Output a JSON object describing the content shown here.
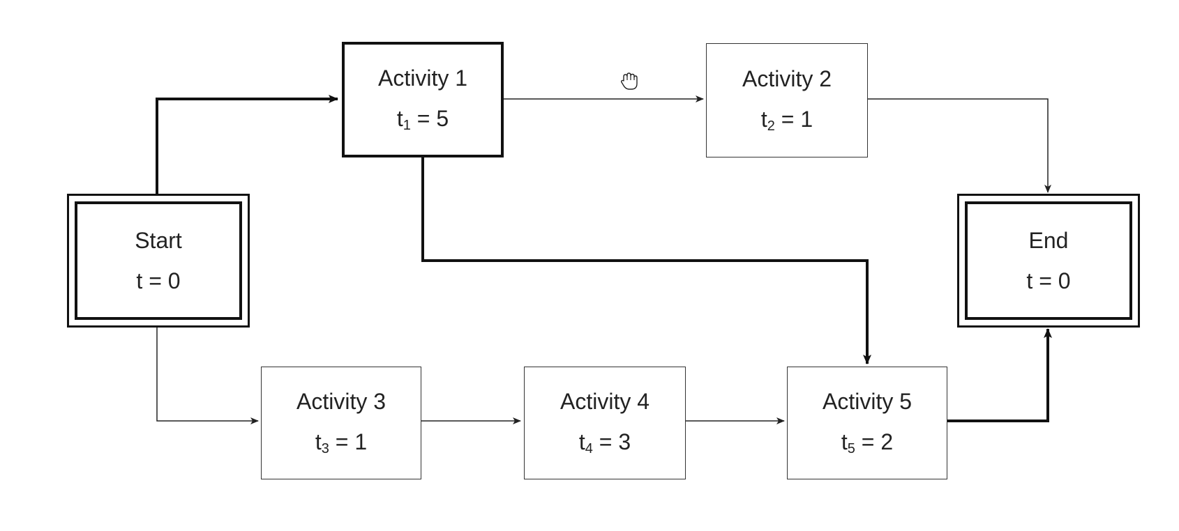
{
  "nodes": {
    "start": {
      "label": "Start",
      "formula": "t = 0"
    },
    "a1": {
      "label": "Activity 1",
      "var": "t",
      "sub": "1",
      "rhs": " = 5"
    },
    "a2": {
      "label": "Activity 2",
      "var": "t",
      "sub": "2",
      "rhs": " = 1"
    },
    "a3": {
      "label": "Activity 3",
      "var": "t",
      "sub": "3",
      "rhs": " = 1"
    },
    "a4": {
      "label": "Activity 4",
      "var": "t",
      "sub": "4",
      "rhs": " = 3"
    },
    "a5": {
      "label": "Activity 5",
      "var": "t",
      "sub": "5",
      "rhs": " = 2"
    },
    "end": {
      "label": "End",
      "formula": "t = 0"
    }
  },
  "edges": [
    {
      "from": "Start",
      "to": "Activity 1",
      "critical": true
    },
    {
      "from": "Start",
      "to": "Activity 3",
      "critical": false
    },
    {
      "from": "Activity 1",
      "to": "Activity 2",
      "critical": false
    },
    {
      "from": "Activity 1",
      "to": "Activity 5",
      "critical": true
    },
    {
      "from": "Activity 2",
      "to": "End",
      "critical": false
    },
    {
      "from": "Activity 3",
      "to": "Activity 4",
      "critical": false
    },
    {
      "from": "Activity 4",
      "to": "Activity 5",
      "critical": false
    },
    {
      "from": "Activity 5",
      "to": "End",
      "critical": true
    }
  ],
  "colors": {
    "line": "#222222",
    "critical_line": "#111111",
    "background": "#ffffff"
  },
  "icons": {
    "cursor": "hand-grab-icon"
  }
}
